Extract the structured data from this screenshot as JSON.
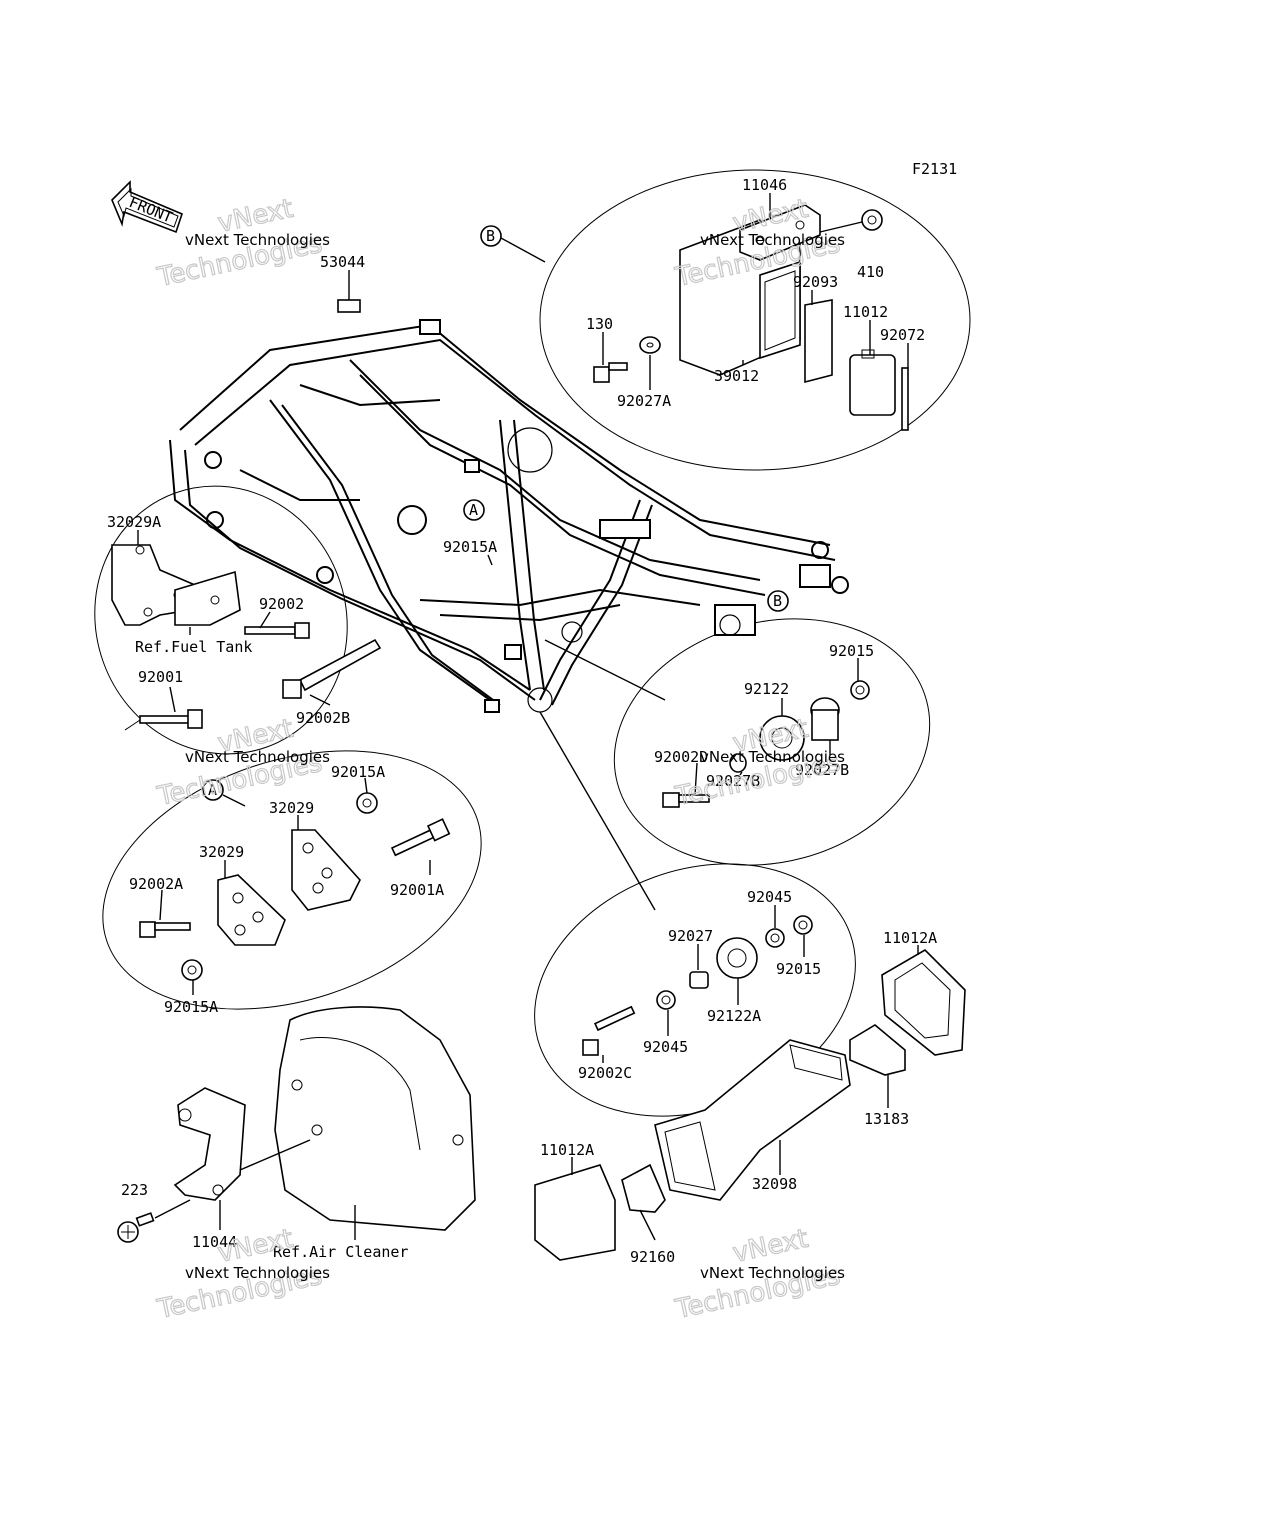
{
  "figure_code": "F2131",
  "front_arrow_label": "FRONT",
  "watermark": {
    "line1": "vNext Technologies",
    "line2": "vNext",
    "line3": "Technologies"
  },
  "section_markers": {
    "a": "A",
    "b": "B"
  },
  "labels": {
    "p11046": "11046",
    "p410": "410",
    "p92093": "92093",
    "p11012": "11012",
    "p92072": "92072",
    "p130": "130",
    "p39012": "39012",
    "p92027A": "92027A",
    "p53044": "53044",
    "p32029A": "32029A",
    "p92002": "92002",
    "ref_fuel_tank": "Ref.Fuel Tank",
    "p92001": "92001",
    "p92002B": "92002B",
    "p92015A_top": "92015A",
    "p92015": "92015",
    "p92122": "92122",
    "p92002D": "92002D",
    "p92027B_a": "92027B",
    "p92027B_b": "92027B",
    "p92015A_mid": "92015A",
    "p32029_a": "32029",
    "p32029_b": "32029",
    "p92002A": "92002A",
    "p92001A": "92001A",
    "p92015A_bot": "92015A",
    "p92045_a": "92045",
    "p92027": "92027",
    "p92015_b": "92015",
    "p92122A": "92122A",
    "p92045_b": "92045",
    "p92002C": "92002C",
    "p11012A_a": "11012A",
    "p13183": "13183",
    "p32098": "32098",
    "p11012A_b": "11012A",
    "p92160": "92160",
    "p223": "223",
    "p11044": "11044",
    "ref_air_cleaner": "Ref.Air Cleaner"
  }
}
